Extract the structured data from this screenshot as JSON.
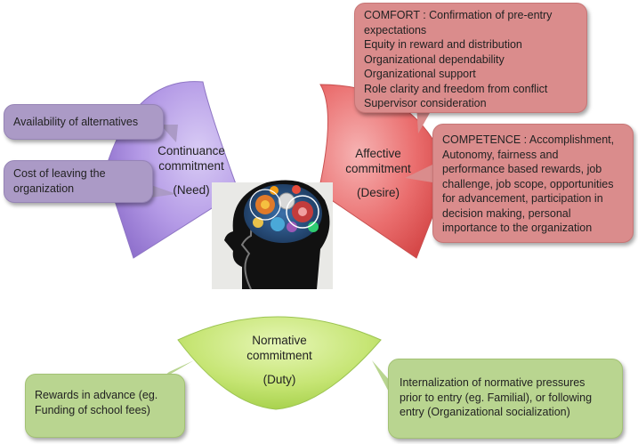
{
  "center_image": "head-gears-icon",
  "colors": {
    "continuance": "#9b7fd6",
    "affective": "#e24e4e",
    "normative": "#b8dc5a",
    "purple_box": "#ab9ac6",
    "red_box": "#da8c8c",
    "green_box": "#b9d590"
  },
  "segments": {
    "continuance": {
      "title_line1": "Continuance",
      "title_line2": "commitment",
      "tag": "(Need)"
    },
    "affective": {
      "title_line1": "Affective",
      "title_line2": "commitment",
      "tag": "(Desire)"
    },
    "normative": {
      "title_line1": "Normative",
      "title_line2": "commitment",
      "tag": "(Duty)"
    }
  },
  "callouts": {
    "availability": {
      "lines": [
        "Availability of alternatives"
      ]
    },
    "cost": {
      "lines": [
        "Cost of leaving the",
        "organization"
      ]
    },
    "comfort": {
      "lines": [
        "COMFORT : Confirmation of pre-entry",
        "expectations",
        "Equity in reward and distribution",
        "Organizational dependability",
        "Organizational support",
        "Role clarity and freedom from conflict",
        "Supervisor consideration"
      ]
    },
    "competence": {
      "lines": [
        "COMPETENCE : Accomplishment,",
        "Autonomy, fairness and",
        "performance based rewards, job",
        "challenge, job scope, opportunities",
        "for advancement, participation in",
        "decision making, personal",
        "importance to the organization"
      ]
    },
    "rewards": {
      "lines": [
        "Rewards in advance (eg.",
        "Funding of school fees)"
      ]
    },
    "internalization": {
      "lines": [
        "Internalization of normative pressures",
        "prior to entry (eg. Familial), or following",
        "entry (Organizational socialization)"
      ]
    }
  }
}
